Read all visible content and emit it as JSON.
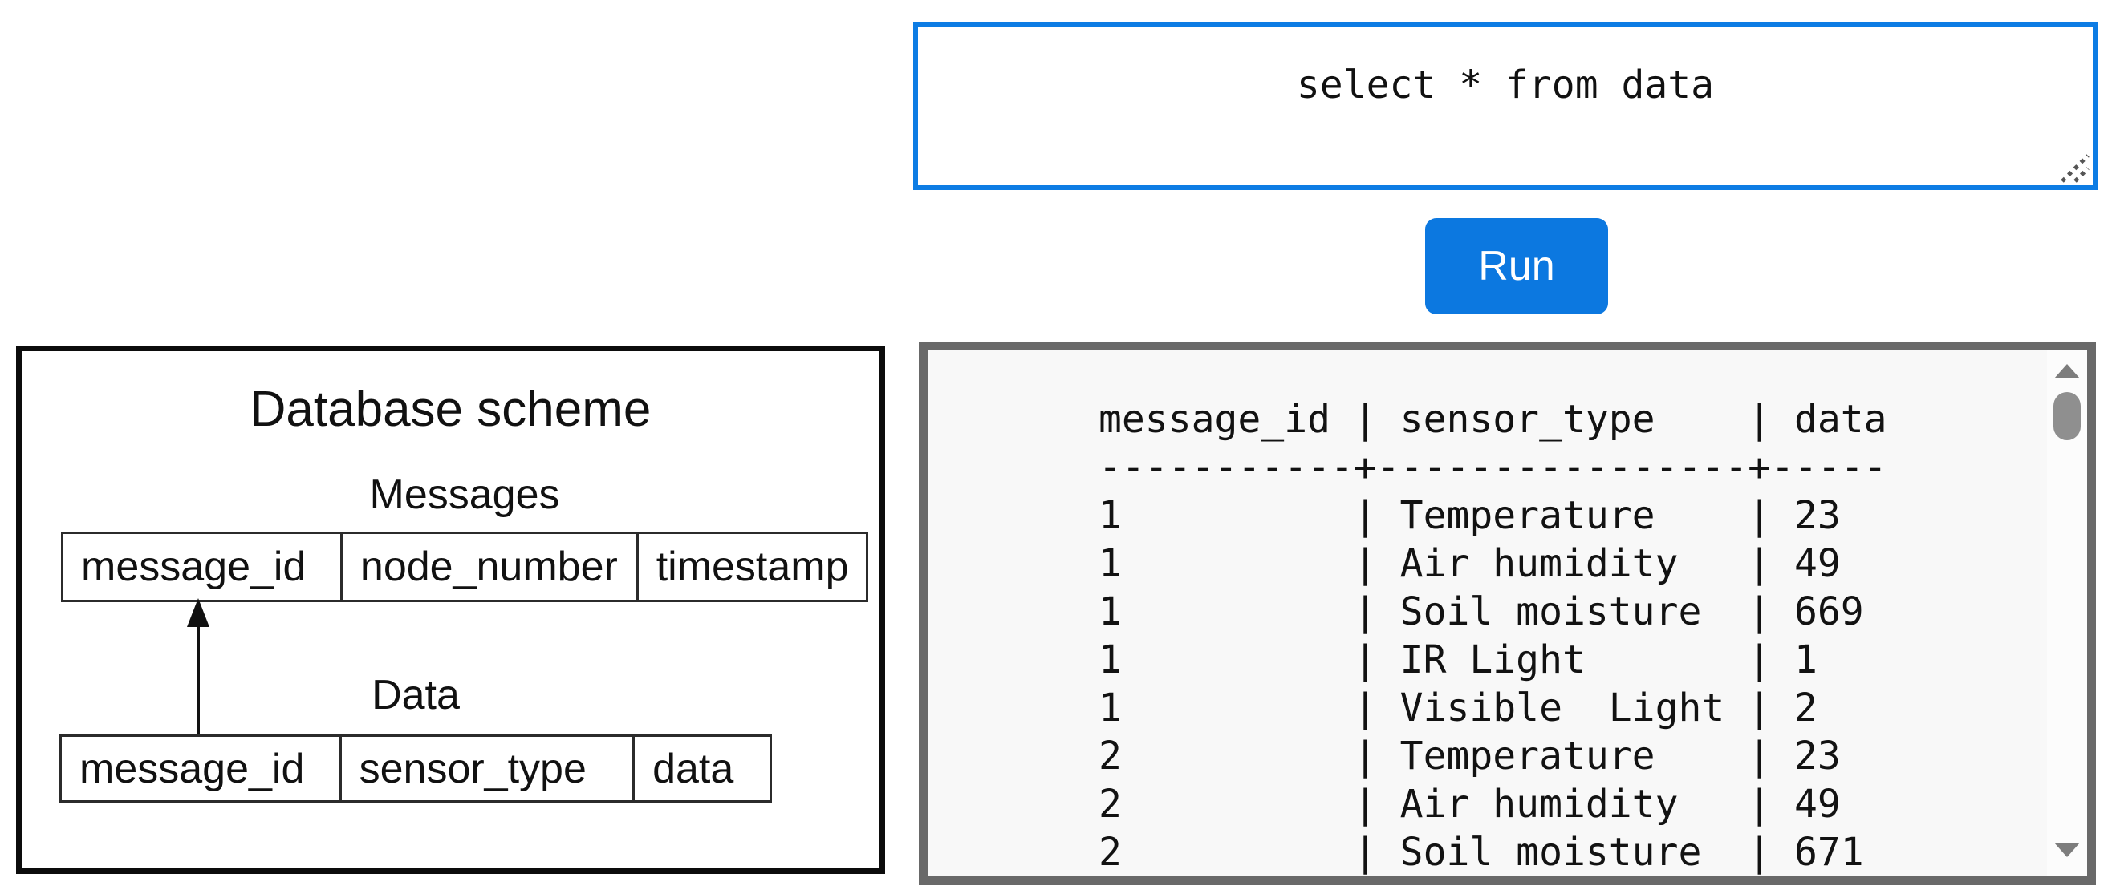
{
  "query_panel": {
    "textarea_value": "select * from data"
  },
  "run_button": {
    "label": "Run"
  },
  "scheme": {
    "title": "Database scheme",
    "messages_table": {
      "name": "Messages",
      "columns": [
        "message_id",
        "node_number",
        "timestamp"
      ]
    },
    "data_table": {
      "name": "Data",
      "columns": [
        "message_id",
        "sensor_type",
        "data"
      ]
    }
  },
  "results": {
    "columns": [
      "message_id",
      "sensor_type",
      "data"
    ],
    "rows": [
      [
        "1",
        "Temperature",
        "23"
      ],
      [
        "1",
        "Air humidity",
        "49"
      ],
      [
        "1",
        "Soil moisture",
        "669"
      ],
      [
        "1",
        "IR Light",
        "1"
      ],
      [
        "1",
        "Visible  Light",
        "2"
      ],
      [
        "2",
        "Temperature",
        "23"
      ],
      [
        "2",
        "Air humidity",
        "49"
      ],
      [
        "2",
        "Soil moisture",
        "671"
      ]
    ]
  },
  "colors": {
    "accent_blue": "#0c78e0",
    "textarea_border_blue": "#0d7ce4",
    "results_border_gray": "#696969",
    "results_bg": "#f8f8f8",
    "scrollbar_thumb_gray": "#8f8f8f",
    "scheme_border_black": "#0c0c0c"
  }
}
